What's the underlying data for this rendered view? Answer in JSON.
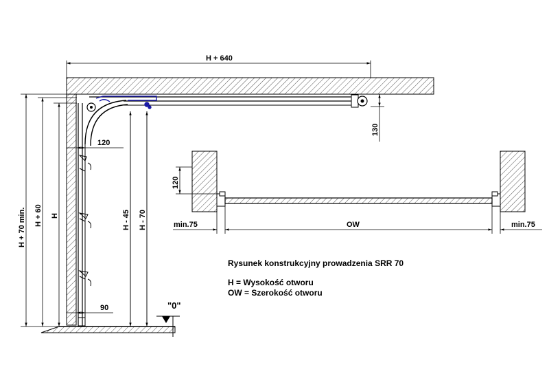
{
  "title": "Rysunek konstrukcyjny prowadzenia SRR 70",
  "legend": {
    "line1": "H  = Wysokość otworu",
    "line2": "OW = Szerokość otworu"
  },
  "side_view": {
    "top_width": "H + 640",
    "h_plus_70": "H + 70 min.",
    "h_plus_60": "H + 60",
    "h": "H",
    "h_minus_45": "H - 45",
    "h_minus_70": "H - 70",
    "d120": "120",
    "d90": "90",
    "d130": "130",
    "zero_level": "\"0\""
  },
  "top_view": {
    "d120": "120",
    "min_left": "min.75",
    "ow": "OW",
    "min_right": "min.75"
  },
  "colors": {
    "line": "#000000",
    "hatch": "#555555",
    "roller": "#1a1aa6"
  }
}
